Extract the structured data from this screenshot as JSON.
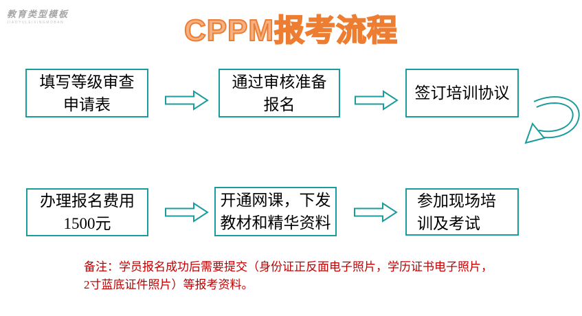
{
  "watermark": {
    "title": "教育类型模板",
    "subtitle": "JIAOYULEIXINGMOBAN"
  },
  "title": "CPPM报考流程",
  "colors": {
    "flow_teal": "#1a9c9c",
    "title_fill": "#f6b183",
    "title_outline": "#ed7d31",
    "note_red": "#c00000",
    "watermark_gray": "#a6a6a6"
  },
  "flow": {
    "steps": [
      {
        "label": "填写等级审查\n申请表"
      },
      {
        "label": "通过审核准备\n报名"
      },
      {
        "label": "签订培训协议"
      },
      {
        "label": "办理报名费用\n1500元"
      },
      {
        "label": "开通网课，下发\n教材和精华资料"
      },
      {
        "label": "参加现场培\n训及考试"
      }
    ]
  },
  "note": "备注：学员报名成功后需要提交（身份证正反面电子照片，学历证书电子照片，\n2寸蓝底证件照片）等报考资料。"
}
